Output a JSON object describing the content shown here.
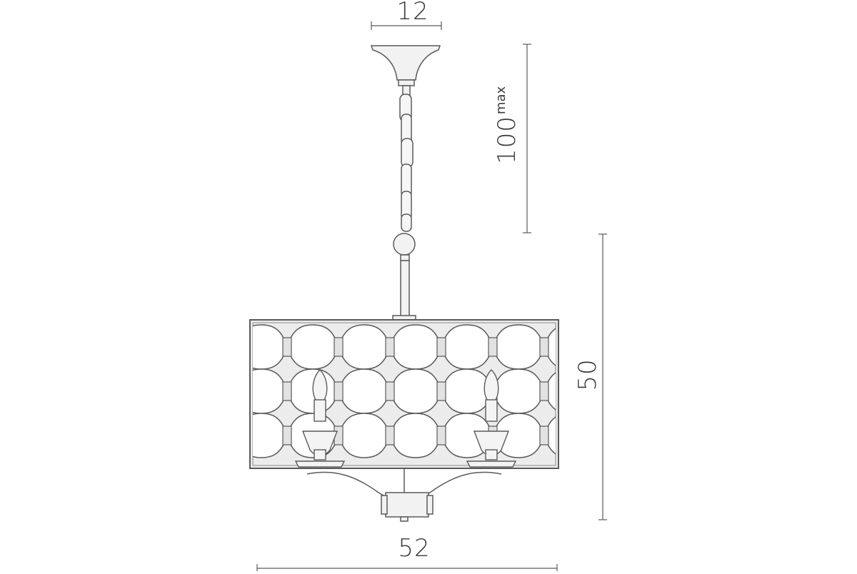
{
  "dimensions": {
    "top_width": "12",
    "chain_length": "100",
    "chain_length_qualifier": "max",
    "total_height": "50",
    "shade_width": "52"
  },
  "colors": {
    "line": "#5a5a5a",
    "shade_fill": "#ececec",
    "pattern_fill": "#ffffff",
    "text": "#3a3a3a"
  }
}
